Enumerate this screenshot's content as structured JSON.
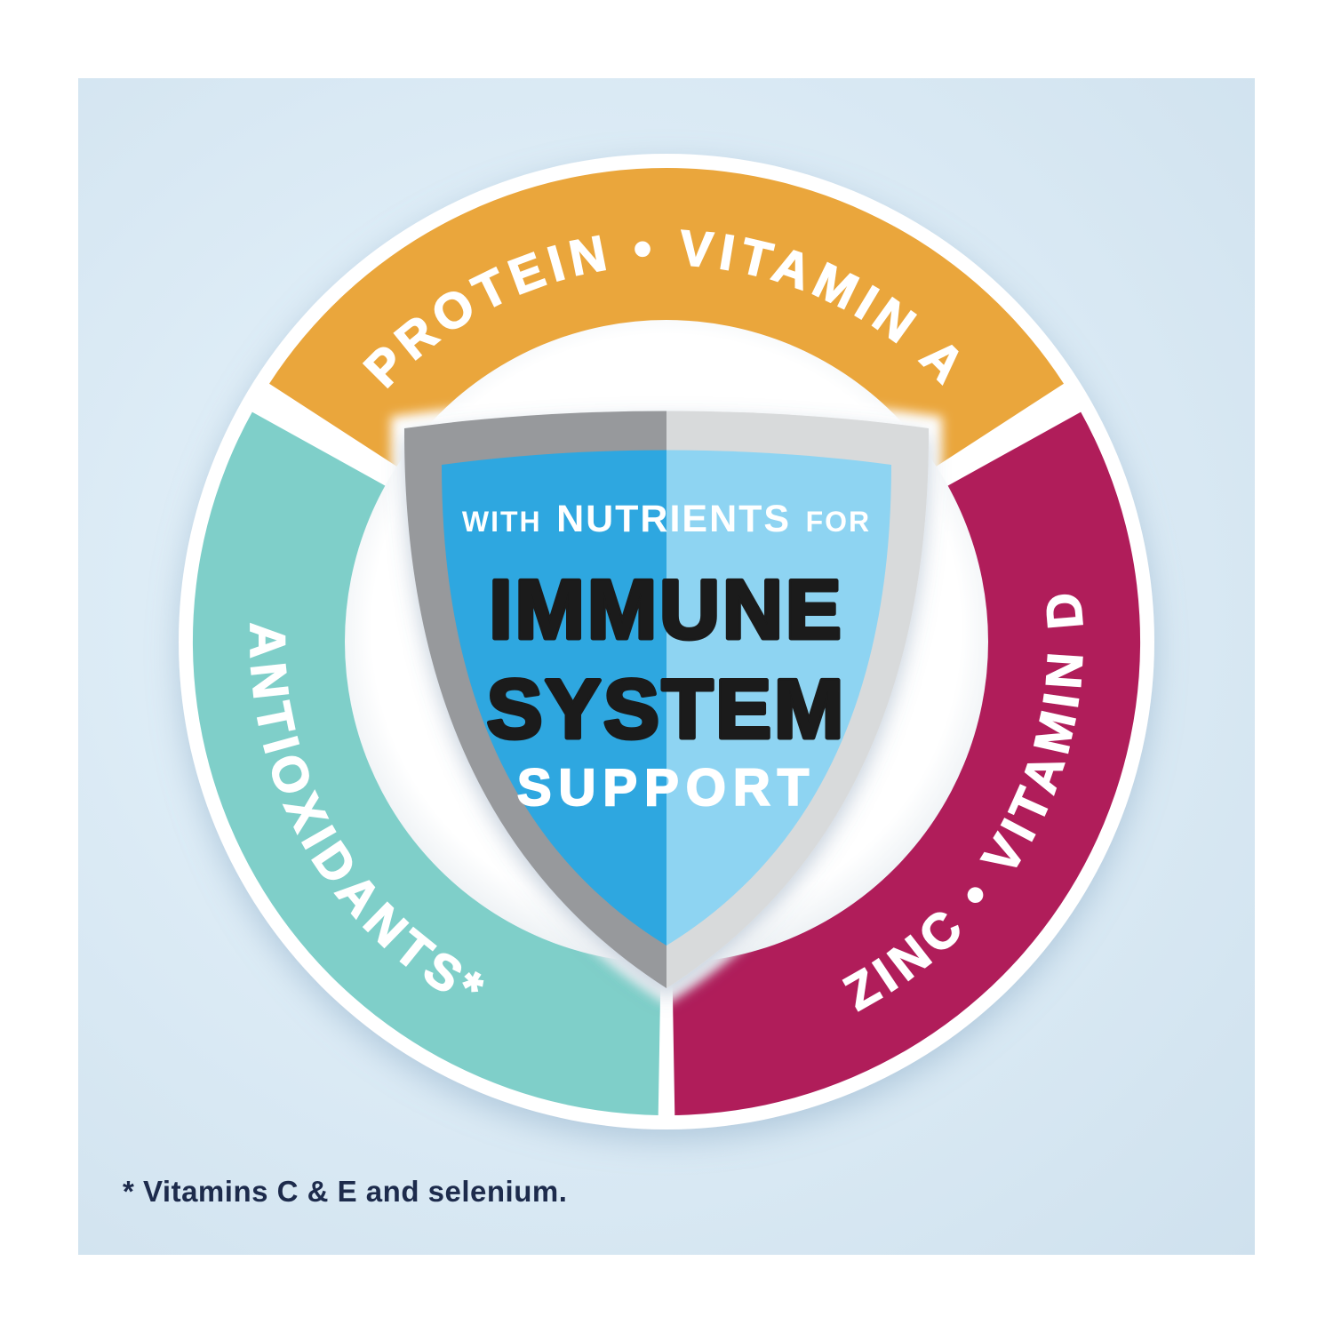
{
  "ring": {
    "segments": [
      {
        "name": "protein-vitamin-a",
        "label": "PROTEIN • VITAMIN A",
        "color": "#EAA63C"
      },
      {
        "name": "zinc-vitamin-d",
        "label": "ZINC • VITAMIN D",
        "color": "#B01D5A"
      },
      {
        "name": "antioxidants",
        "label": "ANTIOXIDANTS*",
        "color": "#7FCFC9"
      }
    ],
    "label_color": "#FFFFFF"
  },
  "shield": {
    "eyebrow": {
      "before": "WITH",
      "emphasis": "NUTRIENTS",
      "after": "FOR"
    },
    "title_line1": "IMMUNE",
    "title_line2": "SYSTEM",
    "subtitle": "SUPPORT",
    "colors": {
      "left_blue": "#2EA7E0",
      "right_blue": "#8ED4F2",
      "rim_left": "#97999C",
      "rim_right": "#D8DADB",
      "title_color": "#1B1B1B",
      "eyebrow_color": "#FFFFFF",
      "subtitle_color": "#FFFFFF"
    }
  },
  "footnote": {
    "text": "* Vitamins C & E and selenium."
  }
}
